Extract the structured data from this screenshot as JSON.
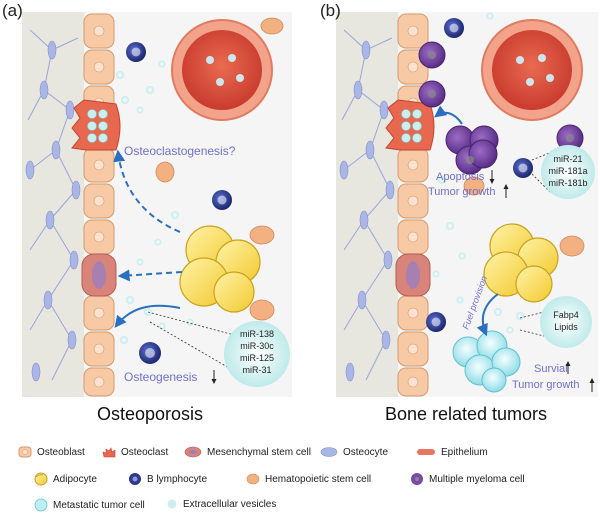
{
  "panel_a": {
    "letter": "(a)",
    "title": "Osteoporosis",
    "process_osteoclastogenesis": "Osteoclastogenesis?",
    "process_osteogenesis": "Osteogenesis",
    "mirnas": [
      "miR-138",
      "miR-30c",
      "miR-125",
      "miR-31"
    ]
  },
  "panel_b": {
    "letter": "(b)",
    "title": "Bone related tumors",
    "apoptosis": "Apoptosis",
    "tumor_growth_top": "Tumor growth",
    "mirnas": [
      "miR-21",
      "miR-181a",
      "miR-181b"
    ],
    "fuel_provision": "Fuel provision",
    "fabp4_lines": [
      "Fabp4",
      "Lipids"
    ],
    "survival": "Survial",
    "tumor_growth_bottom": "Tumor growth"
  },
  "legend": {
    "osteoblast": "Osteoblast",
    "osteoclast": "Osteoclast",
    "msc": "Mesenchymal stem cell",
    "osteocyte": "Osteocyte",
    "epithelium": "Epithelium",
    "adipocyte": "Adipocyte",
    "b_lymphocyte": "B lymphocyte",
    "hsc": "Hematopoietic stem cell",
    "myeloma": "Multiple myeloma cell",
    "metastatic": "Metastatic tumor cell",
    "ev": "Extracellular vesicles"
  },
  "colors": {
    "bone_bg": "#e6e6e0",
    "osteocyte": "#a9b6e6",
    "osteoblast": "#f7c9a4",
    "osteoclast": "#e8674f",
    "epithelium": "#e9775f",
    "adipocyte": "#f4d24a",
    "b_lymphocyte": "#2d3a8c",
    "hsc": "#f3b080",
    "myeloma": "#7a4aa8",
    "metastatic": "#bdeef2",
    "ev": "#cdeff0",
    "arrow": "#2a6fc0",
    "label_purple": "#6f6fd0"
  }
}
